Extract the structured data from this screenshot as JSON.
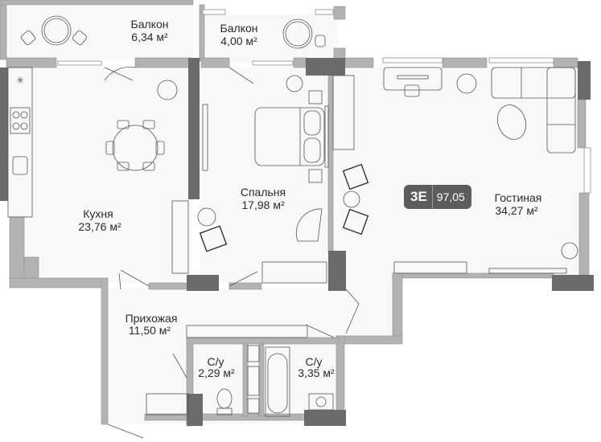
{
  "badge": {
    "code": "3E",
    "total_area": "97,05"
  },
  "rooms": [
    {
      "id": "balcony-1",
      "name": "Балкон",
      "area": "6,34 м²"
    },
    {
      "id": "balcony-2",
      "name": "Балкон",
      "area": "4,00 м²"
    },
    {
      "id": "kitchen",
      "name": "Кухня",
      "area": "23,76 м²"
    },
    {
      "id": "bedroom",
      "name": "Спальня",
      "area": "17,98 м²"
    },
    {
      "id": "living-room",
      "name": "Гостиная",
      "area": "34,27 м²"
    },
    {
      "id": "hallway",
      "name": "Прихожая",
      "area": "11,50 м²"
    },
    {
      "id": "bathroom-1",
      "name": "С/у",
      "area": "2,29 м²"
    },
    {
      "id": "bathroom-2",
      "name": "С/у",
      "area": "3,35 м²"
    }
  ],
  "colors": {
    "floor": "#f8f8f8",
    "wall_light": "#b3b3b3",
    "wall_dark": "#6b6b6b",
    "badge_bg": "#5c5c5c"
  }
}
